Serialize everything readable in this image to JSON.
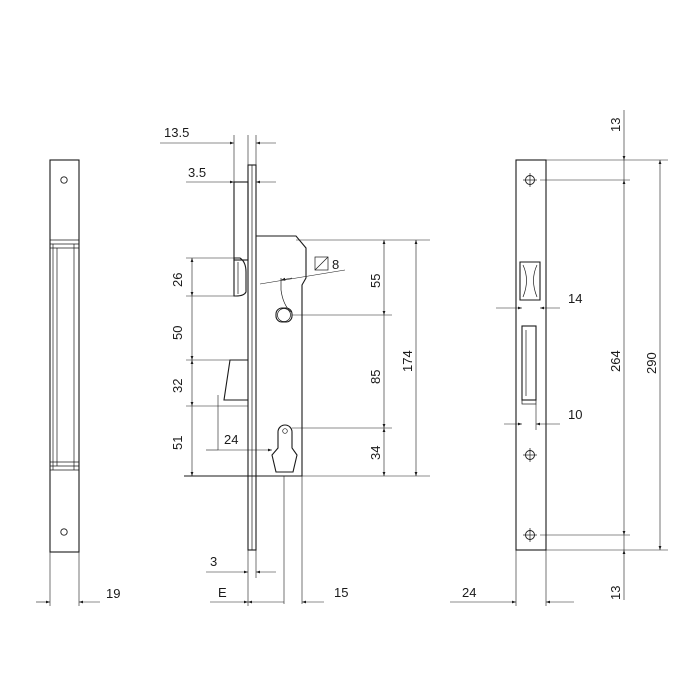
{
  "dimension_labels": {
    "front_plate_width": "19",
    "faceplate_offset": "13.5",
    "faceplate_thickness": "3.5",
    "latch_height": "26",
    "latch_to_bolt": "50",
    "bolt_height": "32",
    "bolt_to_cylinder": "51",
    "handle_hole_diameter": "8",
    "backset_bolt": "24",
    "follower_to_top": "55",
    "follower_to_cylinder": "85",
    "cylinder_to_bottom": "34",
    "case_height": "174",
    "plate_bottom_thickness": "3",
    "backset_label": "E",
    "cylinder_offset": "15",
    "strike_top_margin": "13",
    "strike_bottom_margin": "13",
    "strike_hole_spacing": "264",
    "strike_length": "290",
    "strike_latch_opening": "14",
    "strike_bolt_opening": "10",
    "strike_width": "24"
  }
}
